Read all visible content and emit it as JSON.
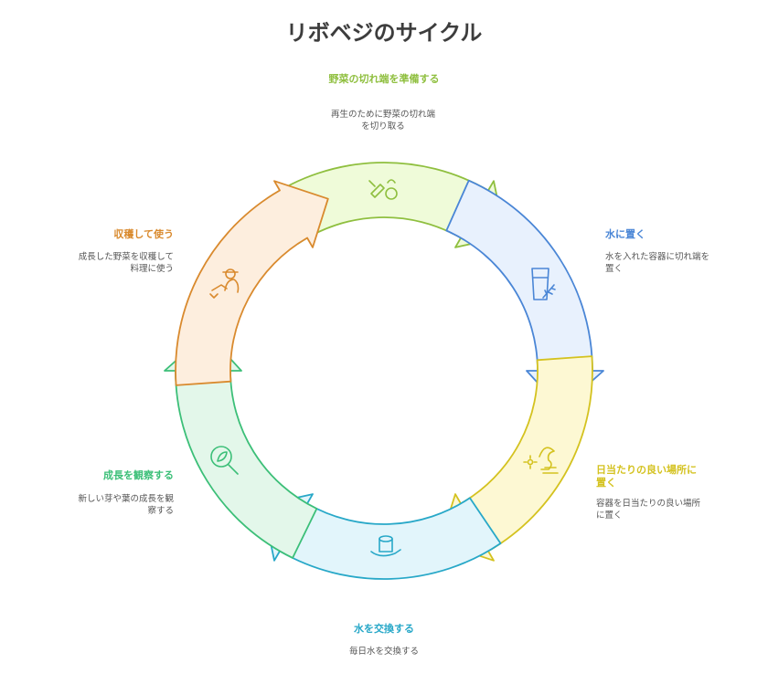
{
  "title": "リボベジのサイクル",
  "colors": {
    "green": "#8fbf3f",
    "blue": "#4a86d6",
    "yellow": "#d4c21f",
    "cyan": "#28a8c8",
    "teal": "#3cbf78",
    "orange": "#d98a2e"
  },
  "steps": [
    {
      "label": "野菜の切れ端を準備する",
      "desc": "再生のために野菜の切れ端を切り取る",
      "icon": "scissors-vegetable-icon"
    },
    {
      "label": "水に置く",
      "desc": "水を入れた容器に切れ端を置く",
      "icon": "glass-sprout-icon"
    },
    {
      "label": "日当たりの良い場所に置く",
      "desc": "容器を日当たりの良い場所に置く",
      "icon": "sun-plant-icon"
    },
    {
      "label": "水を交換する",
      "desc": "毎日水を交換する",
      "icon": "hand-water-cup-icon"
    },
    {
      "label": "成長を観察する",
      "desc": "新しい芽や葉の成長を観察する",
      "icon": "magnifier-leaf-icon"
    },
    {
      "label": "収穫して使う",
      "desc": "成長した野菜を収穫して料理に使う",
      "icon": "harvest-person-icon"
    }
  ]
}
